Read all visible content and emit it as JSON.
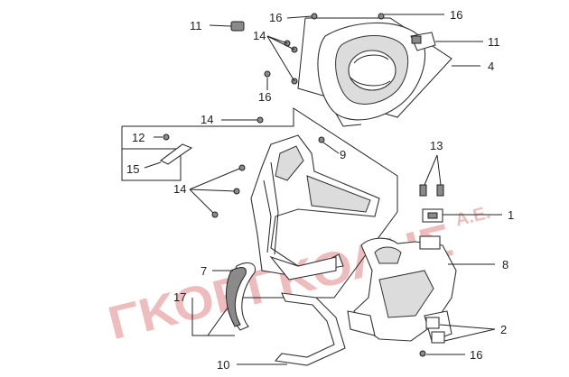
{
  "watermark": {
    "main": "ΓΚΟΡΓΚΟΛΗΣ",
    "suffix": "Α.Ε.",
    "color": "#e9a6a6"
  },
  "callouts": {
    "c1": "1",
    "c2": "2",
    "c4": "4",
    "c7": "7",
    "c8": "8",
    "c9": "9",
    "c10": "10",
    "c11_left": "11",
    "c11_right": "11",
    "c12": "12",
    "c13": "13",
    "c14_top": "14",
    "c14_mid": "14",
    "c14_left": "14",
    "c15": "15",
    "c16_top": "16",
    "c16_topright": "16",
    "c16_left": "16",
    "c16_bottom": "16",
    "c17": "17"
  }
}
